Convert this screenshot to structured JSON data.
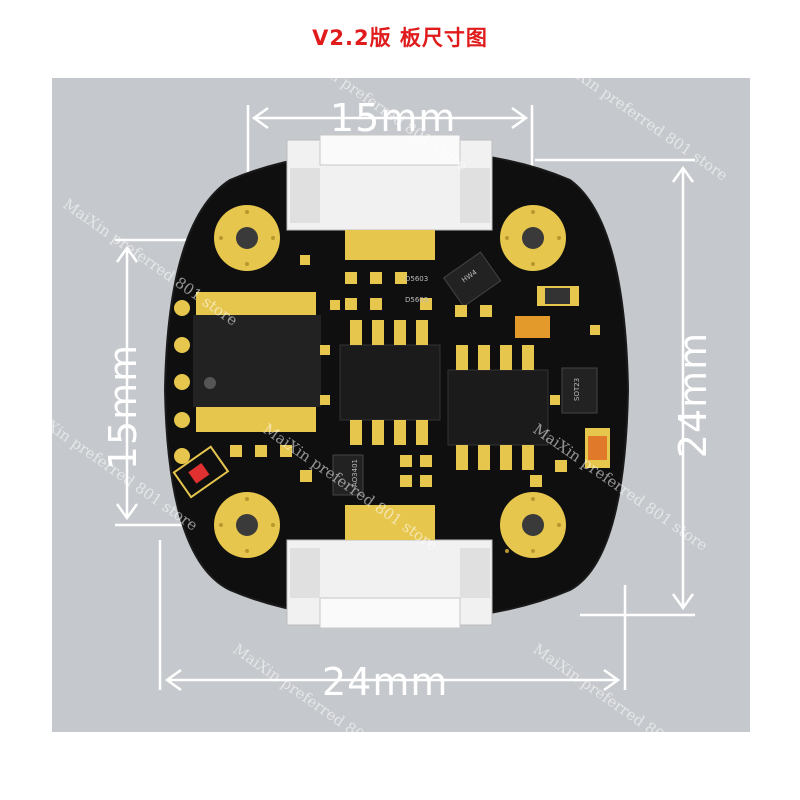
{
  "title": "V2.2版 板尺寸图",
  "dimensions": {
    "top": "15mm",
    "bottom": "24mm",
    "left": "15mm",
    "right": "24mm"
  },
  "labels": {
    "chip_top_right": "HW4",
    "diode_top_1": "D5603",
    "diode_top_2": "D5603",
    "diode_right": "SOT23",
    "sot_left": "AO3401"
  },
  "watermark": "MaiXin preferred 801 store",
  "colors": {
    "board": "#0f0f0f",
    "pad": "#e6c64d",
    "background": "#c5c8cc",
    "title": "#e01b1b"
  }
}
